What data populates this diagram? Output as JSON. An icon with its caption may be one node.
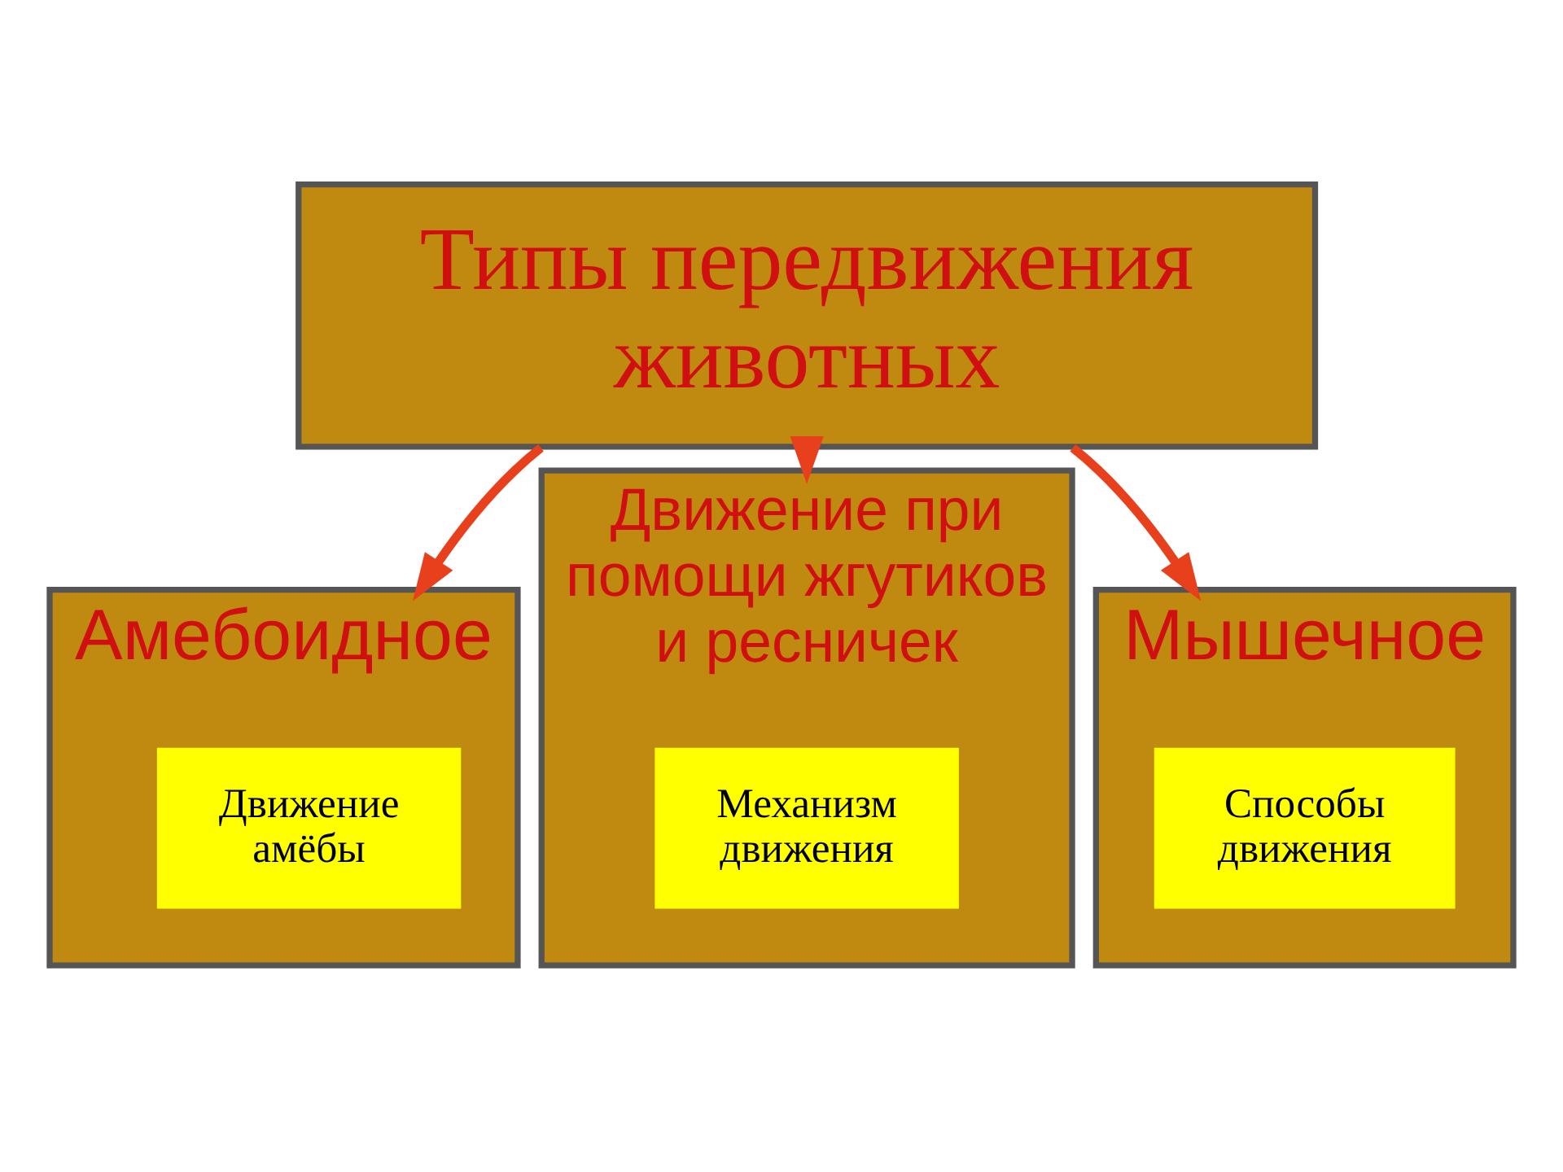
{
  "diagram": {
    "nodes": [
      {
        "text": [
          "Типы передвижения животных"
        ]
      },
      {
        "text": [
          "Амебоидное"
        ]
      },
      {
        "text": [
          "Движение амёбы"
        ],
        "in": 1
      },
      {
        "text": [
          "Движение при помощи жгутиков и ресничек"
        ]
      },
      {
        "text": [
          "Механизм движения"
        ],
        "in": 3
      },
      {
        "text": [
          "Мышечное"
        ]
      },
      {
        "text": [
          "Способы движения"
        ],
        "in": 5
      }
    ],
    "edges": [
      {
        "from": 0,
        "to": 1,
        "arrow": "to",
        "color": "#e8401c"
      },
      {
        "from": 0,
        "to": 3,
        "arrow": "to",
        "color": "#e8401c"
      },
      {
        "from": 0,
        "to": 5,
        "arrow": "to",
        "color": "#e8401c"
      }
    ]
  }
}
